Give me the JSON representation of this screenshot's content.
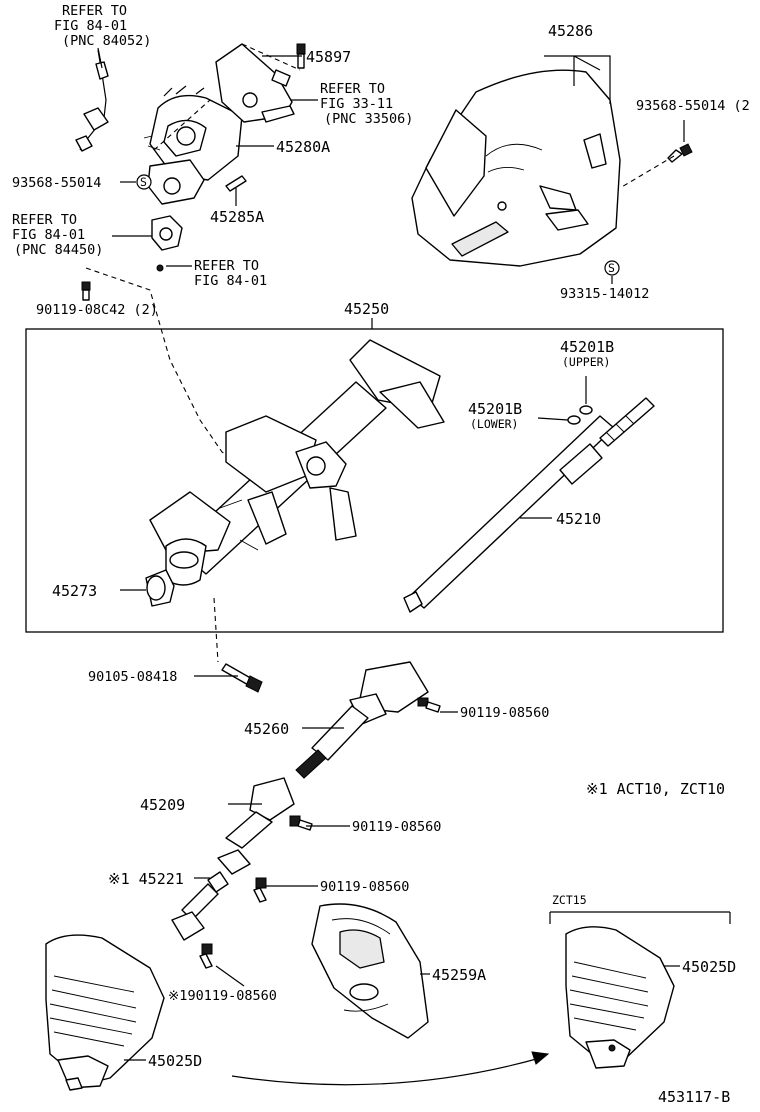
{
  "labels": {
    "refer_84052": [
      "REFER TO",
      "FIG 84-01",
      "(PNC 84052)"
    ],
    "p45897": "45897",
    "refer_33506": [
      "REFER TO",
      "FIG 33-11",
      "(PNC 33506)"
    ],
    "p45280A": "45280A",
    "p93568_left": "93568-55014",
    "p45285A": "45285A",
    "refer_84450": [
      "REFER TO",
      "FIG 84-01",
      "(PNC 84450)"
    ],
    "refer_84_01": [
      "REFER TO",
      "FIG 84-01"
    ],
    "p90119_08C42": "90119-08C42 (2)",
    "p45286": "45286",
    "p93568_right": "93568-55014 (2",
    "p93315": "93315-14012",
    "p45250": "45250",
    "p45201B_upper": "45201B",
    "upper_note": "(UPPER)",
    "p45201B_lower": "45201B",
    "lower_note": "(LOWER)",
    "p45210": "45210",
    "p45273": "45273",
    "p90105": "90105-08418",
    "p45260": "45260",
    "p90119_a": "90119-08560",
    "note_act": "※1  ACT10, ZCT10",
    "p45209": "45209",
    "p90119_b": "90119-08560",
    "p45221": "※1  45221",
    "p90119_c": "90119-08560",
    "p90119_d": "※190119-08560",
    "p45259A": "45259A",
    "zct15": "ZCT15",
    "p45025D_right": "45025D",
    "p45025D_left": "45025D",
    "fig_code": "453117-B",
    "s_mark": "S"
  },
  "icons": [
    "circled-s-icon",
    "bolt-icon",
    "screw-icon",
    "arrow-icon"
  ]
}
